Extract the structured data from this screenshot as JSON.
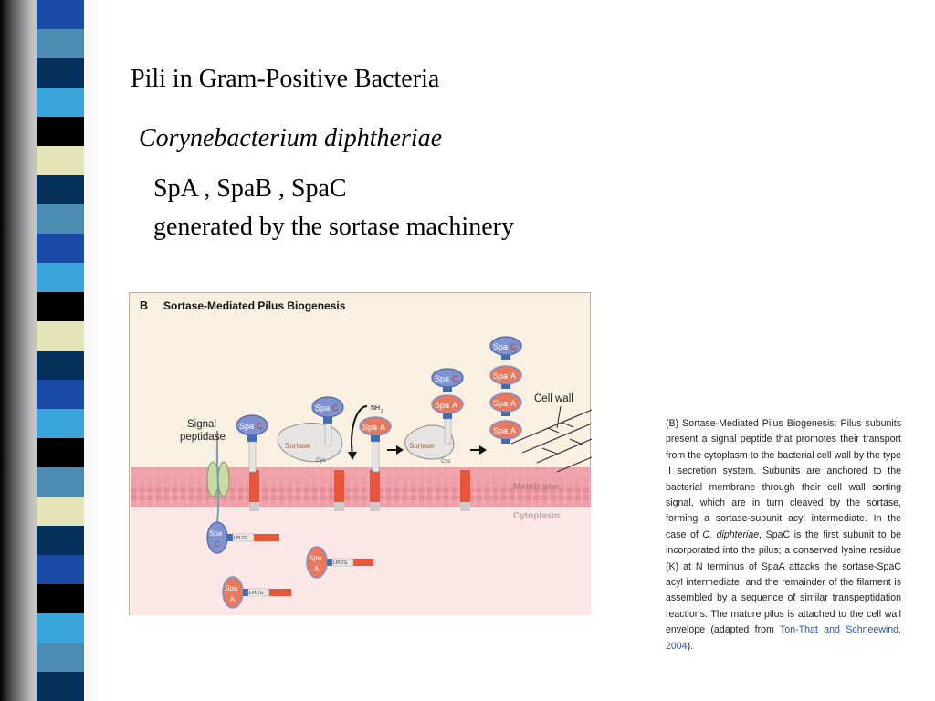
{
  "slide": {
    "title": "Pili in Gram-Positive Bacteria",
    "subtitle": "Corynebacterium diphtheriae",
    "line1": "SpA , SpaB , SpaC",
    "line2": "generated by the sortase machinery"
  },
  "strip_colors": [
    "#1b4aa6",
    "#4c8cb3",
    "#06305c",
    "#3aa5da",
    "#000000",
    "#e5e3b8",
    "#06305c",
    "#4c8cb3",
    "#1b4aa6",
    "#3aa5da",
    "#000000",
    "#e5e3b8",
    "#06305c",
    "#1b4aa6",
    "#3aa5da",
    "#000000",
    "#4c8cb3",
    "#e5e3b8",
    "#06305c",
    "#1b4aa6",
    "#000000",
    "#3aa5da",
    "#4c8cb3",
    "#06305c"
  ],
  "figure": {
    "panel_letter": "B",
    "heading": "Sortase-Mediated Pilus Biogenesis",
    "signal_peptidase_1": "Signal",
    "signal_peptidase_2": "peptidase",
    "cell_wall": "Cell wall",
    "membrane": "Membrane",
    "cytoplasm": "Cytoplasm",
    "sortase": "Sortase",
    "cys": "Cys",
    "nh2": "NH",
    "nh2_sub": "2",
    "spa": "Spa",
    "letter_a": "A",
    "letter_c": "C",
    "motif": "LPLTG",
    "colors": {
      "spac": "#7d92cf",
      "spaa": "#e8795d",
      "anchor": "#e8563a",
      "membrane": "#f0a5ad",
      "background": "#faf0e2"
    }
  },
  "caption": {
    "prefix": "(B) Sortase-Mediated Pilus Biogenesis: Pilus subunits present a signal peptide that promotes their transport from the cytoplasm to the bacterial cell wall by the type II secretion system. Subunits are anchored to the bacterial membrane through their cell wall sorting signal, which are in turn cleaved by the sortase, forming a sortase-subunit acyl intermediate. In the case of ",
    "species": "C. diphteriae",
    "middle": ", SpaC is the first subunit to be incorporated into the pilus; a conserved lysine residue (K) at N terminus of SpaA attacks the sortase-SpaC acyl intermediate, and the remainder of the filament is assembled by a sequence of similar transpeptidation reactions. The mature pilus is attached to the cell wall envelope (adapted from ",
    "reference": "Ton-That and Schneewind, 2004",
    "suffix": ")."
  }
}
